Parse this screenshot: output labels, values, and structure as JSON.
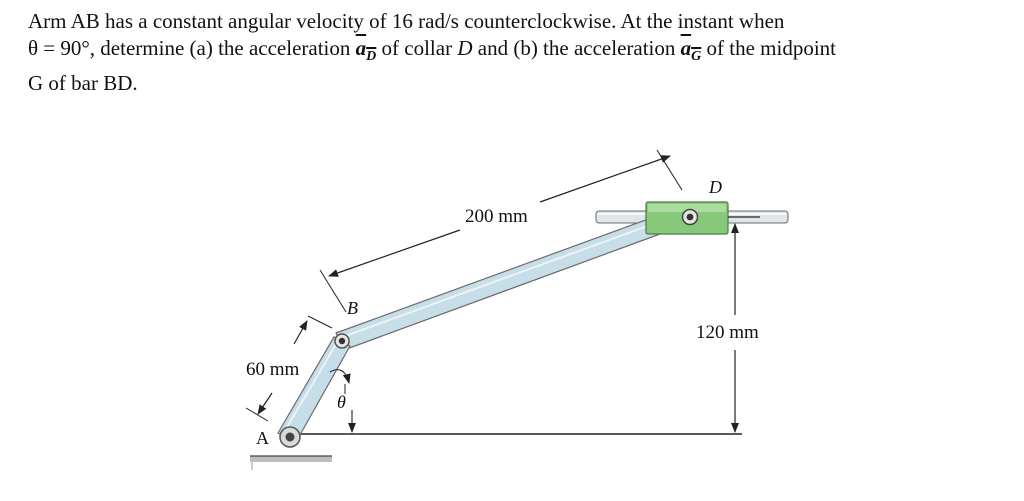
{
  "problem": {
    "line1": "Arm AB has a constant angular velocity of 16 rad/s counterclockwise.  At the instant when",
    "line2_pre": "θ = 90°, determine (a) the acceleration ",
    "vec_a": "a",
    "vec_sub_D": "D",
    "line2_mid": " of collar ",
    "collar": "D",
    "line2_mid2": " and (b) the acceleration ",
    "vec_sub_G": "G",
    "line2_post": " of the midpoint",
    "line3": "G of bar BD."
  },
  "figure": {
    "labels": {
      "A": "A",
      "B": "B",
      "D": "D",
      "theta": "θ",
      "dim_ab": "60 mm",
      "dim_bd": "200 mm",
      "dim_height": "120 mm"
    },
    "colors": {
      "bar_fill": "#c7dde8",
      "bar_stroke": "#6b6b6b",
      "collar_fill": "#86c97a",
      "rod_fill": "#dfe6ea"
    }
  }
}
